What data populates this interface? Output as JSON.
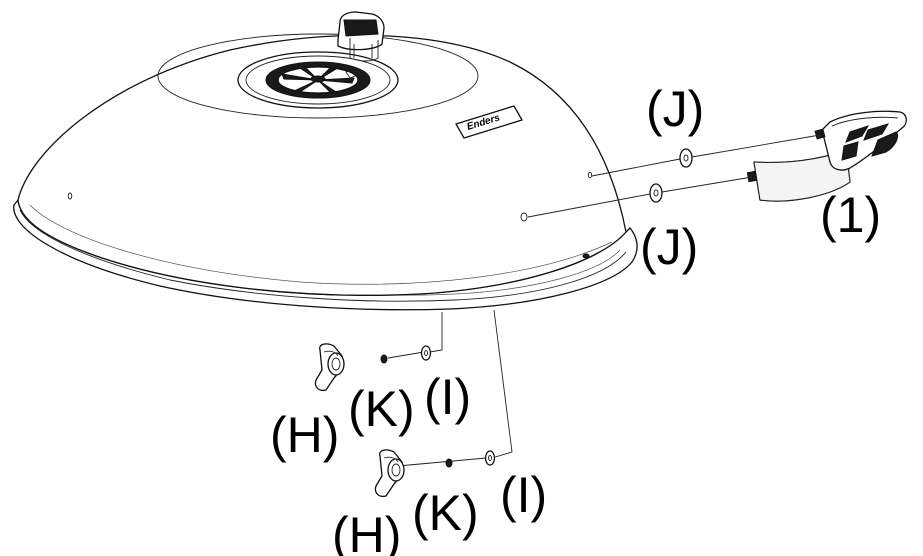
{
  "labels": {
    "handle": "(1)",
    "washer_upper": "(J)",
    "washer_lower": "(J)",
    "wingnut_upper": "(H)",
    "lockwasher_upper": "(K)",
    "flatwasher_upper": "(I)",
    "wingnut_lower": "(H)",
    "lockwasher_lower": "(K)",
    "flatwasher_lower": "(I)"
  },
  "brand_badge": "Enders"
}
